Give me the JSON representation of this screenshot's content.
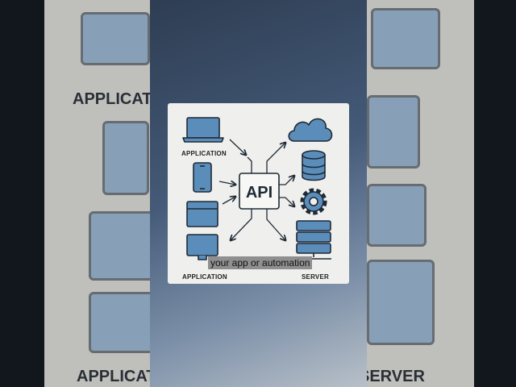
{
  "background": {
    "left_labels": [
      "APPLICATIO",
      "APPLICATI"
    ],
    "right_labels": [
      "SERVER"
    ]
  },
  "diagram": {
    "center_label": "API",
    "top_left_label": "APPLICATION",
    "bottom_left_label": "APPLICATION",
    "bottom_right_label": "SERVER",
    "icons": [
      "laptop-icon",
      "phone-icon",
      "browser-window-icon",
      "monitor-icon",
      "cloud-icon",
      "database-icon",
      "gear-icon",
      "server-rack-icon"
    ],
    "colors": {
      "icon_fill": "#5b8dbb",
      "outline": "#1e2a36",
      "card": "#efefed"
    }
  },
  "subtitle": "your app or automation"
}
